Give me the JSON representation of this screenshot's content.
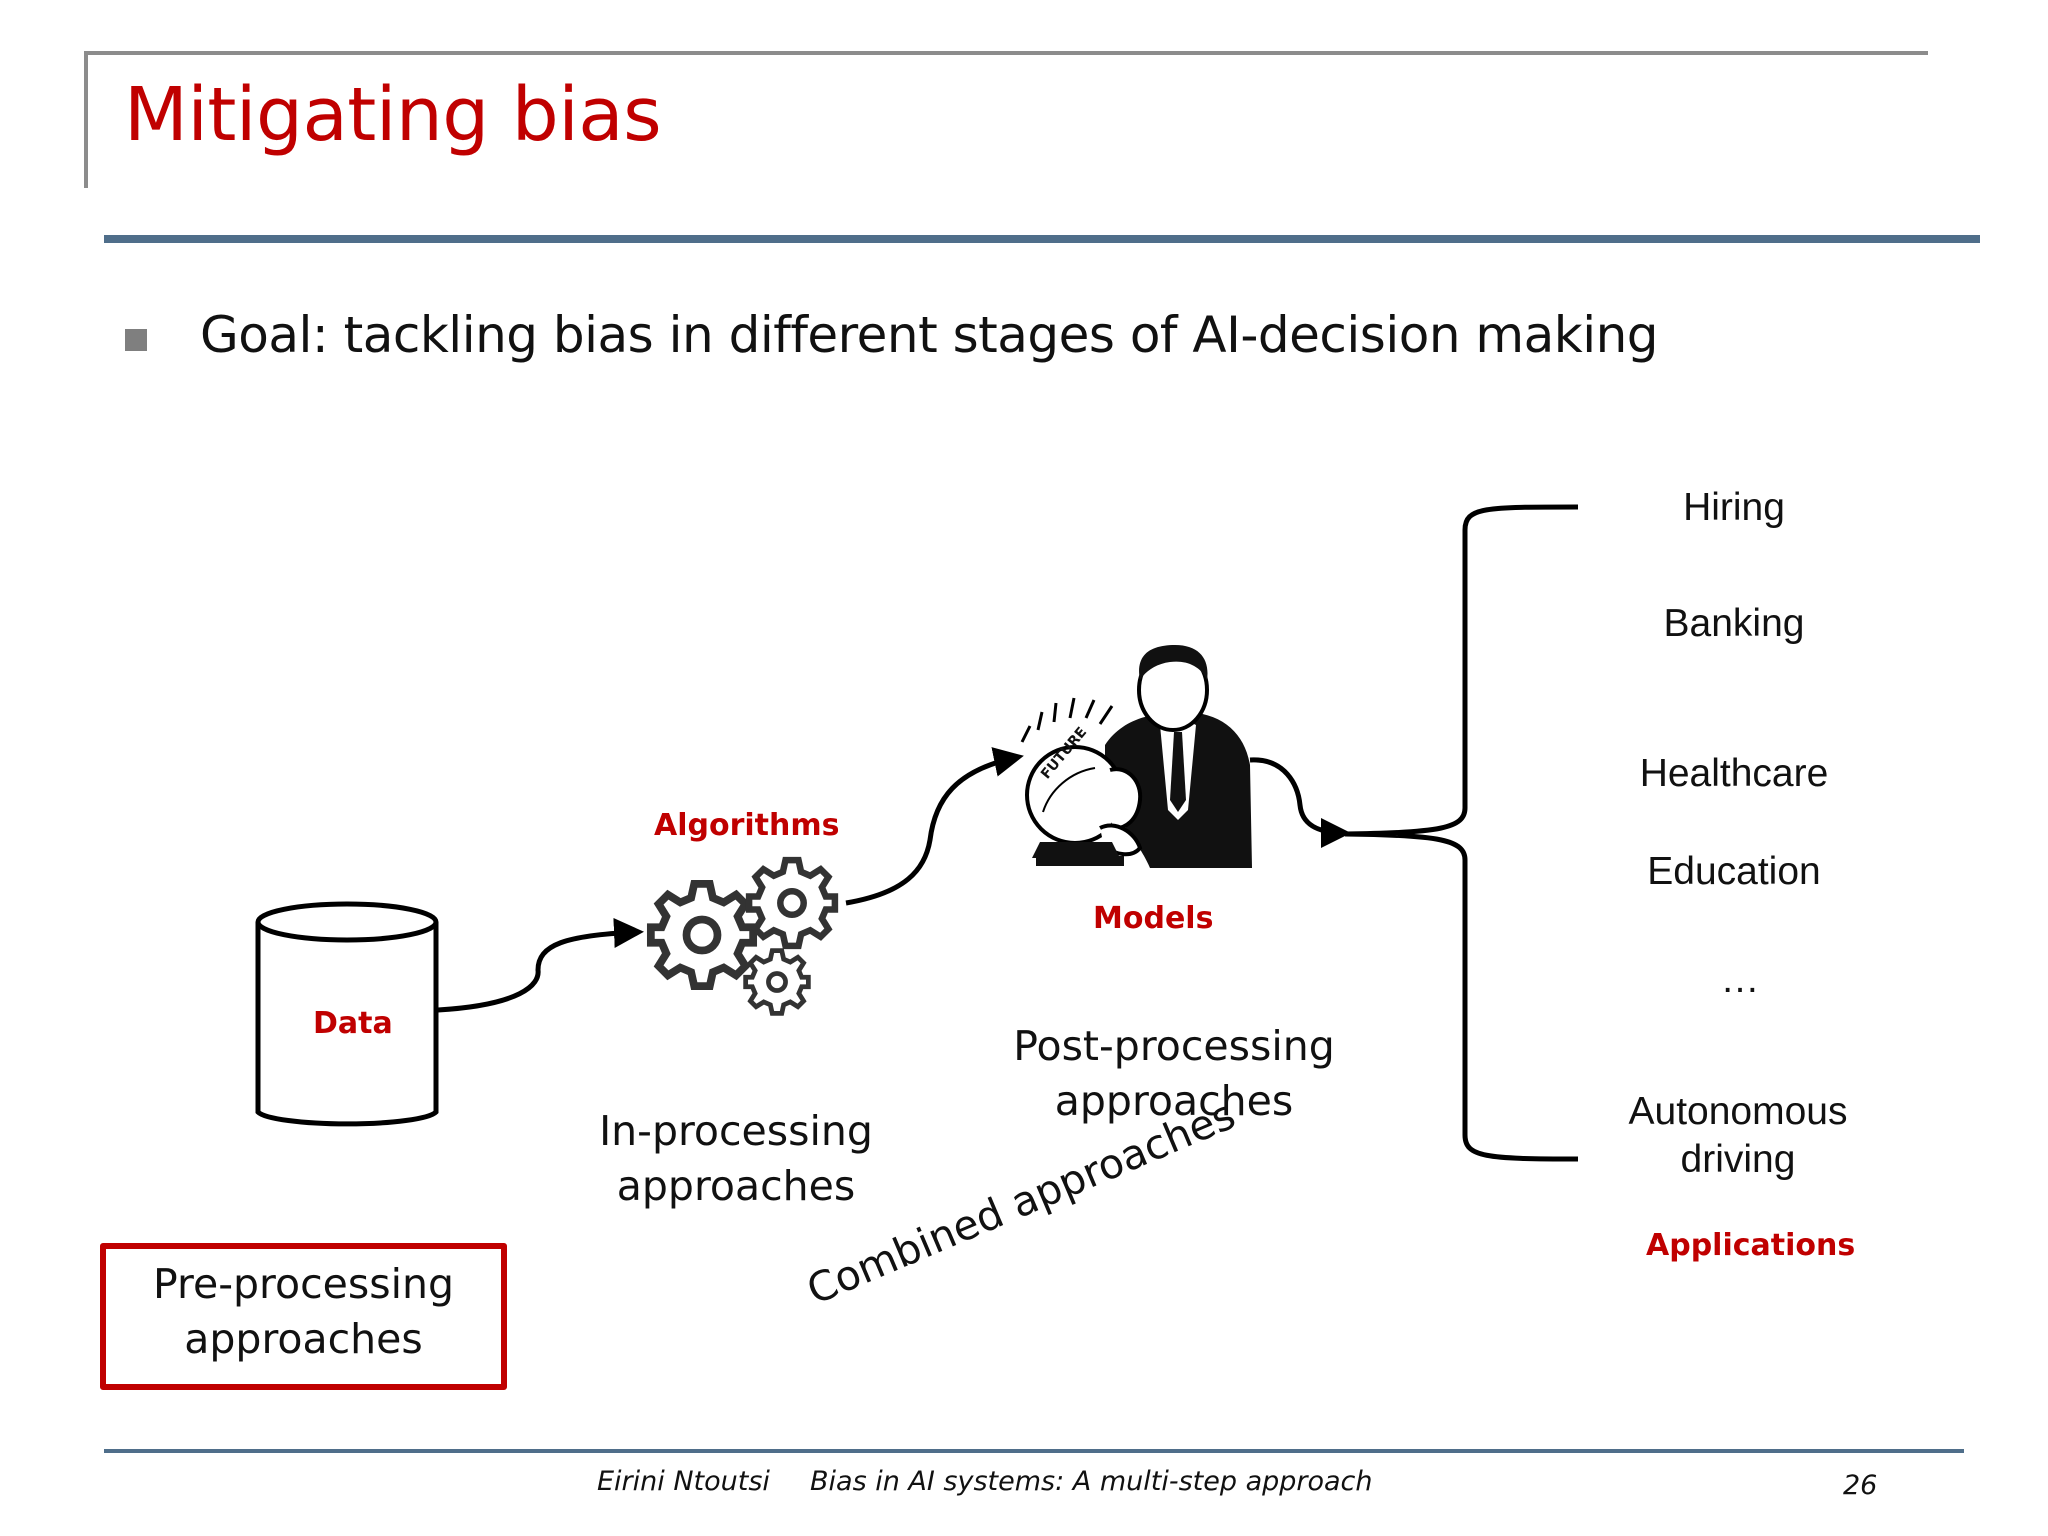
{
  "slide": {
    "title": "Mitigating bias",
    "goal": "Goal: tackling bias in different stages of AI-decision making"
  },
  "diagram": {
    "data_label": "Data",
    "algorithms_label": "Algorithms",
    "models_label": "Models",
    "applications_label": "Applications",
    "crystal_ball_text": "FUTURE",
    "preprocessing": [
      "Pre-processing",
      "approaches"
    ],
    "inprocessing": [
      "In-processing",
      "approaches"
    ],
    "postprocessing": [
      "Post-processing",
      "approaches"
    ],
    "combined": "Combined approaches",
    "applications": {
      "hiring": "Hiring",
      "banking": "Banking",
      "healthcare": "Healthcare",
      "education": "Education",
      "ellipsis": "…",
      "autonomous": [
        "Autonomous",
        "driving"
      ]
    }
  },
  "footer": {
    "author": "Eirini Ntoutsi",
    "talk_title": "Bias in AI systems: A multi-step approach",
    "page_number": "26"
  },
  "colors": {
    "accent_red": "#c00000",
    "rule_blue": "#4f6e8a",
    "frame_gray": "#8c8c8c"
  }
}
